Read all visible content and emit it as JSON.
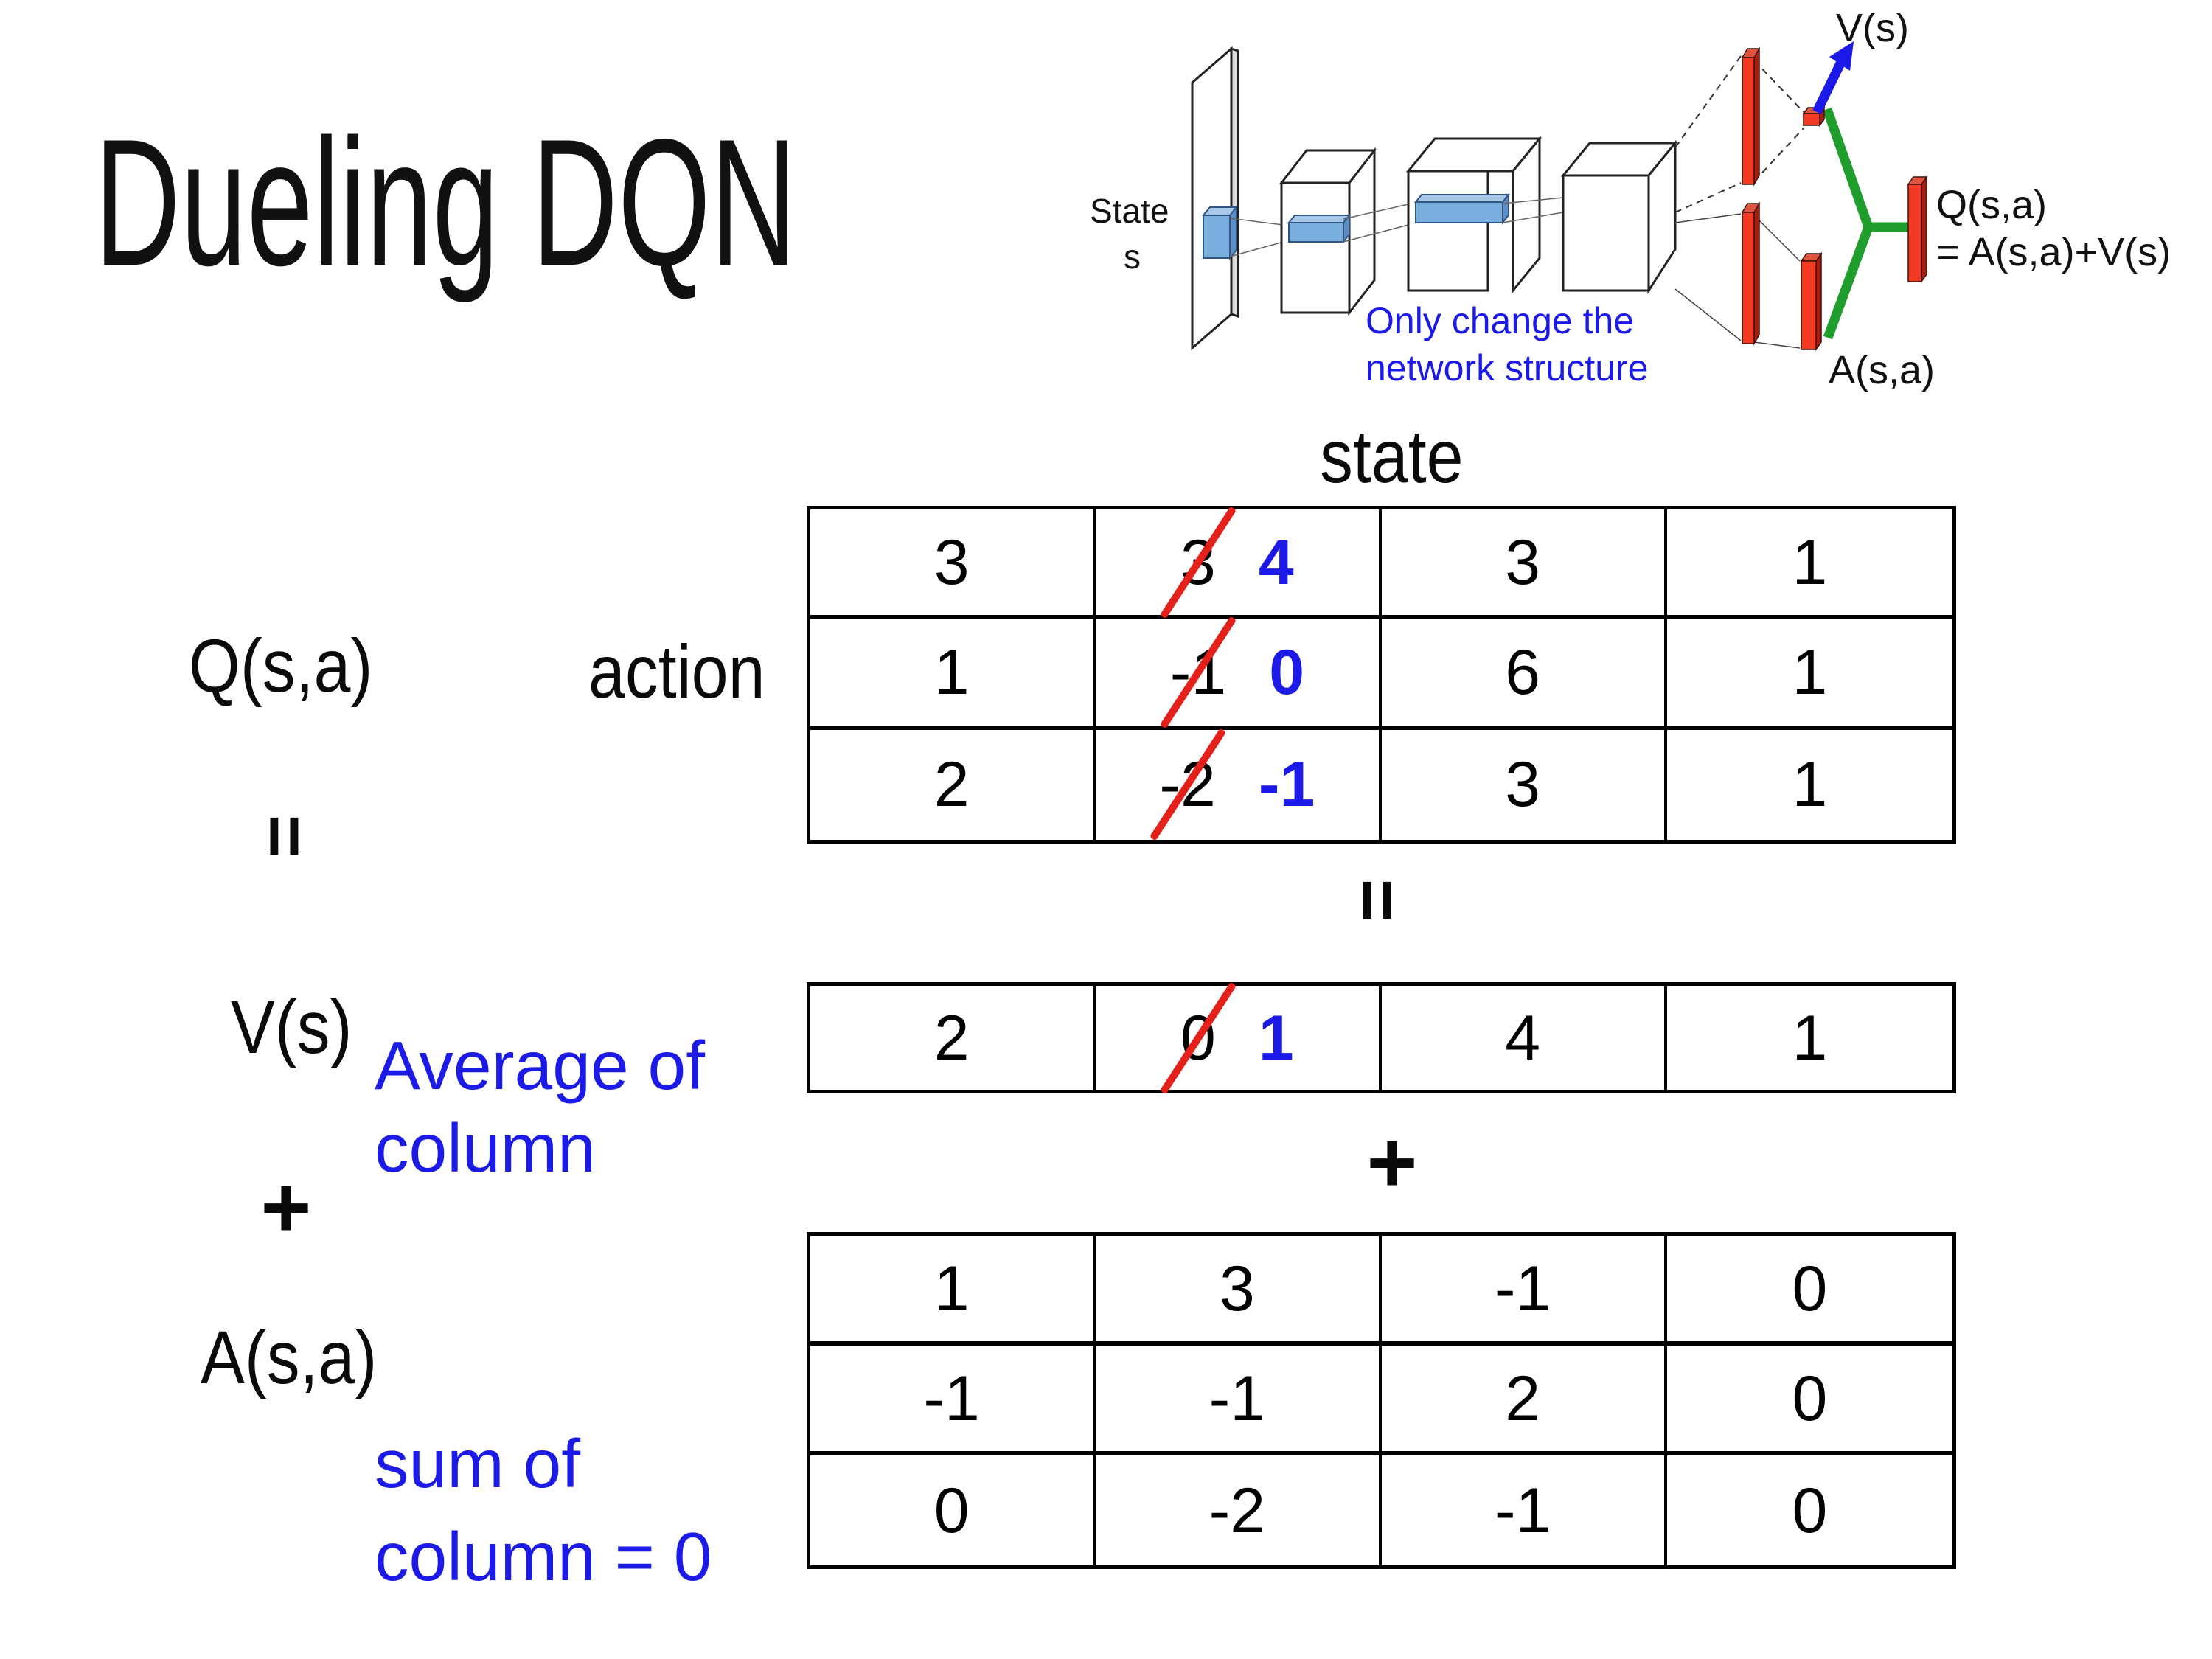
{
  "title": "Dueling DQN",
  "operators": {
    "equals": "=",
    "plus": "+"
  },
  "labels": {
    "q": "Q(s,a)",
    "action": "action",
    "state": "state",
    "v": "V(s)",
    "a": "A(s,a)"
  },
  "notes": {
    "average": {
      "line1": "Average of",
      "line2": "column"
    },
    "sum": {
      "line1": "sum of",
      "line2": "column = 0"
    }
  },
  "diagram": {
    "state_line1": "State",
    "state_line2": "s",
    "note_line1": "Only change the",
    "note_line2": "network structure",
    "v_out": "V(s)",
    "q_out_line1": "Q(s,a)",
    "q_out_line2": "= A(s,a)+V(s)",
    "a_out": "A(s,a)"
  },
  "tables": {
    "q": {
      "rows": [
        {
          "cells": [
            {
              "text": "3"
            },
            {
              "old": "3",
              "new": "4"
            },
            {
              "text": "3"
            },
            {
              "text": "1"
            }
          ]
        },
        {
          "cells": [
            {
              "text": "1"
            },
            {
              "old": "-1",
              "new": "0"
            },
            {
              "text": "6"
            },
            {
              "text": "1"
            }
          ]
        },
        {
          "cells": [
            {
              "text": "2"
            },
            {
              "old": "-2",
              "new": "-1"
            },
            {
              "text": "3"
            },
            {
              "text": "1"
            }
          ]
        }
      ]
    },
    "v": {
      "rows": [
        {
          "cells": [
            {
              "text": "2"
            },
            {
              "old": "0",
              "new": "1"
            },
            {
              "text": "4"
            },
            {
              "text": "1"
            }
          ]
        }
      ]
    },
    "a": {
      "rows": [
        {
          "cells": [
            {
              "text": "1"
            },
            {
              "text": "3"
            },
            {
              "text": "-1"
            },
            {
              "text": "0"
            }
          ]
        },
        {
          "cells": [
            {
              "text": "-1"
            },
            {
              "text": "-1"
            },
            {
              "text": "2"
            },
            {
              "text": "0"
            }
          ]
        },
        {
          "cells": [
            {
              "text": "0"
            },
            {
              "text": "-2"
            },
            {
              "text": "-1"
            },
            {
              "text": "0"
            }
          ]
        }
      ]
    }
  },
  "colors": {
    "accent_blue": "#1c1ae6",
    "strike_red": "#e32019",
    "aggregator_green": "#1f9e2e",
    "bar_red": "#f23b22"
  }
}
